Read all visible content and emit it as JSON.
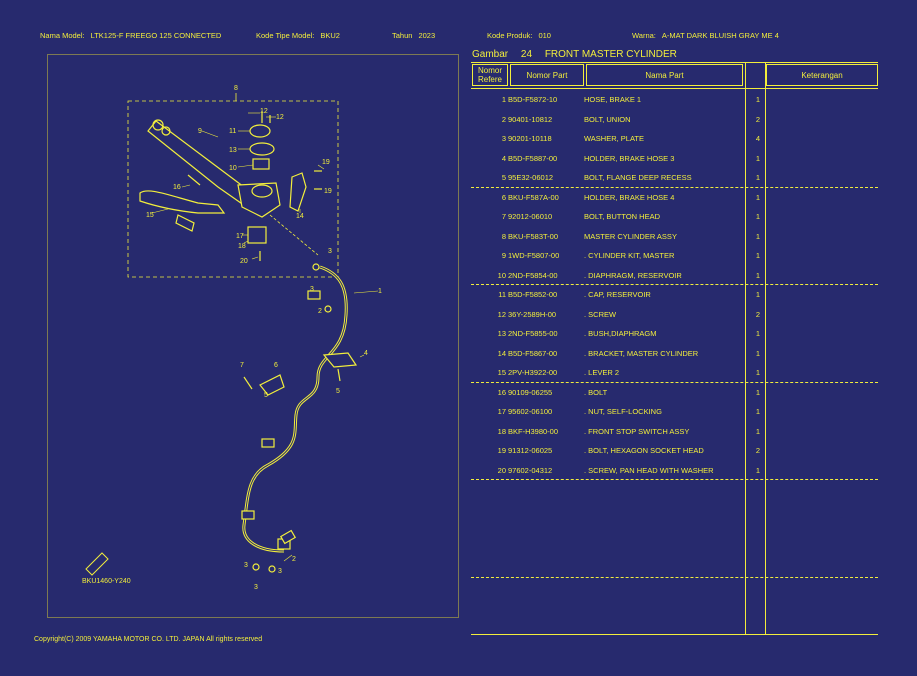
{
  "header": {
    "model_label": "Nama Model:",
    "model_value": "LTK125-F FREEGO 125 CONNECTED",
    "type_label": "Kode Tipe Model:",
    "type_value": "BKU2",
    "year_label": "Tahun",
    "year_value": "2023",
    "product_label": "Kode Produk:",
    "product_value": "010",
    "color_label": "Warna:",
    "color_value": "A-MAT DARK BLUISH GRAY ME 4"
  },
  "figure": {
    "gambar_label": "Gambar",
    "number": "24",
    "title": "FRONT MASTER CYLINDER"
  },
  "diagram": {
    "code": "BKU1460-Y240",
    "callouts": [
      "1",
      "2",
      "3",
      "4",
      "5",
      "6",
      "7",
      "8",
      "9",
      "10",
      "11",
      "12",
      "13",
      "14",
      "15",
      "16",
      "17",
      "18",
      "19",
      "20"
    ]
  },
  "table": {
    "headers": {
      "ref": "Nomor Refere",
      "part": "Nomor Part",
      "name": "Nama Part",
      "note": "Keterangan"
    },
    "rows": [
      {
        "no": "1",
        "part": "B5D-F5872-10",
        "name": "HOSE, BRAKE 1",
        "qty": "1"
      },
      {
        "no": "2",
        "part": "90401-10812",
        "name": "BOLT, UNION",
        "qty": "2"
      },
      {
        "no": "3",
        "part": "90201-10118",
        "name": "WASHER, PLATE",
        "qty": "4"
      },
      {
        "no": "4",
        "part": "B5D-F5887-00",
        "name": "HOLDER, BRAKE HOSE 3",
        "qty": "1"
      },
      {
        "no": "5",
        "part": "95E32-06012",
        "name": "BOLT, FLANGE DEEP RECESS",
        "qty": "1"
      },
      {
        "no": "6",
        "part": "BKU-F587A-00",
        "name": "HOLDER, BRAKE HOSE 4",
        "qty": "1"
      },
      {
        "no": "7",
        "part": "92012-06010",
        "name": "BOLT, BUTTON HEAD",
        "qty": "1"
      },
      {
        "no": "8",
        "part": "BKU-F583T-00",
        "name": "MASTER CYLINDER ASSY",
        "qty": "1"
      },
      {
        "no": "9",
        "part": "1WD-F5807-00",
        "name": ". CYLINDER KIT, MASTER",
        "qty": "1"
      },
      {
        "no": "10",
        "part": "2ND-F5854-00",
        "name": ". DIAPHRAGM, RESERVOIR",
        "qty": "1"
      },
      {
        "no": "11",
        "part": "B5D-F5852-00",
        "name": ". CAP, RESERVOIR",
        "qty": "1"
      },
      {
        "no": "12",
        "part": "36Y-2589H-00",
        "name": ". SCREW",
        "qty": "2"
      },
      {
        "no": "13",
        "part": "2ND-F5855-00",
        "name": ". BUSH,DIAPHRAGM",
        "qty": "1"
      },
      {
        "no": "14",
        "part": "B5D-F5867-00",
        "name": ". BRACKET, MASTER CYLINDER",
        "qty": "1"
      },
      {
        "no": "15",
        "part": "2PV-H3922-00",
        "name": ". LEVER 2",
        "qty": "1"
      },
      {
        "no": "16",
        "part": "90109-06255",
        "name": ". BOLT",
        "qty": "1"
      },
      {
        "no": "17",
        "part": "95602-06100",
        "name": ". NUT, SELF-LOCKING",
        "qty": "1"
      },
      {
        "no": "18",
        "part": "BKF-H3980-00",
        "name": ". FRONT STOP SWITCH ASSY",
        "qty": "1"
      },
      {
        "no": "19",
        "part": "91312-06025",
        "name": ". BOLT, HEXAGON SOCKET HEAD",
        "qty": "2"
      },
      {
        "no": "20",
        "part": "97602-04312",
        "name": ". SCREW, PAN HEAD WITH WASHER",
        "qty": "1"
      }
    ]
  },
  "footer": {
    "copyright": "Copyright(C) 2009 YAMAHA MOTOR CO. LTD. JAPAN All rights reserved"
  }
}
